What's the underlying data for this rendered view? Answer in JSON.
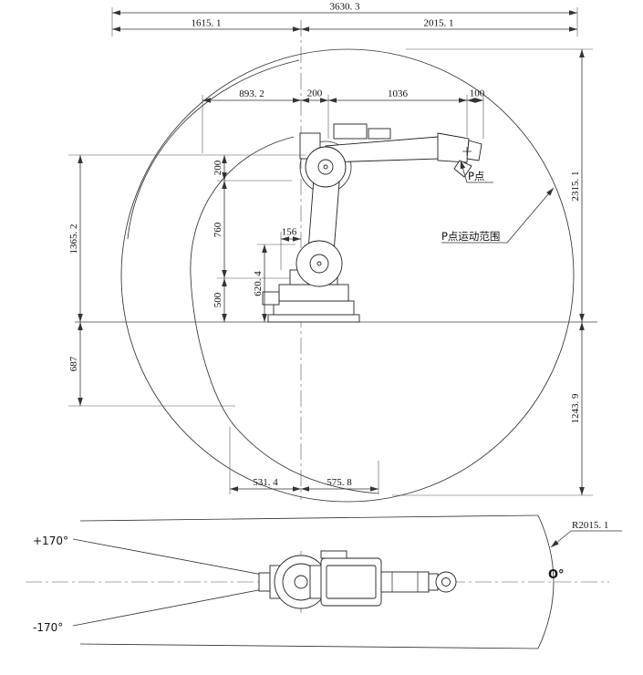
{
  "drawing": {
    "type": "robot-working-envelope",
    "line_color": "#333333",
    "background": "#ffffff"
  },
  "top_view": {
    "dim_total_width": "3630. 3",
    "dim_left_reach": "1615. 1",
    "dim_right_reach": "2015. 1",
    "dim_rear_reach": "893. 2",
    "dim_elbow_offset": "200",
    "dim_forearm_reach": "1036",
    "dim_flange_offset": "100",
    "dim_upper_height": "2315. 1",
    "dim_p_height": "1365. 2",
    "dim_arm_offset": "200",
    "dim_upper_arm_length": "760",
    "dim_center_offset": "156",
    "dim_base_height": "500",
    "dim_shoulder_height": "620. 4",
    "dim_below_base": "687",
    "dim_lower_range": "1243. 9",
    "dim_bottom_left": "531. 4",
    "dim_bottom_right": "575. 8",
    "label_p_point": "P点",
    "label_p_range": "P点运动范围"
  },
  "bottom_view": {
    "label_plus_limit": "+170°",
    "label_minus_limit": "-170°",
    "label_zero": "O°",
    "label_radius": "R2015. 1"
  }
}
